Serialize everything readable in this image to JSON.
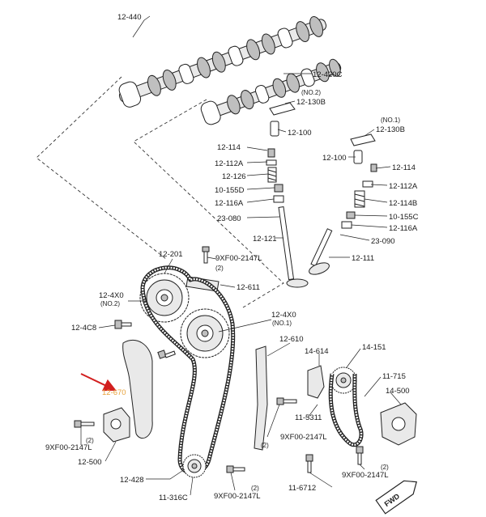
{
  "diagram": {
    "labels": {
      "camshaft_exhaust": "12-440",
      "camshaft_intake": "12-420C",
      "no2_a": "(NO.2)",
      "rocker_a": "12-130B",
      "lash_a": "12-100",
      "no1_b": "(NO.1)",
      "rocker_b": "12-130B",
      "lash_b": "12-100",
      "key_a": "12-114",
      "seat_a": "12-112A",
      "spring": "12-126",
      "seal_a": "10-155D",
      "retainer_a": "12-116A",
      "valve_guide": "23-080",
      "valve_in": "12-121",
      "key_b": "12-114",
      "seat_b": "12-112A",
      "spring_b": "12-114B",
      "seal_b": "10-155C",
      "retainer_b": "12-116A",
      "guide_b": "23-090",
      "valve_ex": "12-111",
      "sprocket_top": "12-201",
      "bolt_top": "9XF00-2147L",
      "bolt_top_qty": "(2)",
      "guide_top": "12-611",
      "vvt_no2": "12-4X0",
      "vvt_no2_sub": "(NO.2)",
      "vvt_no1": "12-4X0",
      "vvt_no1_sub": "(NO.1)",
      "bolt_4c8": "12-4C8",
      "guide_right": "12-610",
      "tensioner_arm": "12-670",
      "sprocket_oil": "14-614",
      "sprocket_151": "14-151",
      "chain_11715": "11-715",
      "pump": "14-500",
      "shaft": "11-5311",
      "bolt_mid": "9XF00-2147L",
      "bolt_mid_qty": "(2)",
      "bolt_left": "9XF00-2147L",
      "bolt_left_qty": "(2)",
      "tensioner": "12-500",
      "chain": "12-428",
      "crank_sprocket": "11-316C",
      "bolt_bottom": "9XF00-2147L",
      "bolt_bottom_qty": "(2)",
      "bolt_6712": "11-6712",
      "bolt_right": "9XF00-2147L",
      "bolt_right_qty": "(2)",
      "fwd": "FWD"
    },
    "colors": {
      "line": "#222222",
      "highlight_label": "#e7a23b",
      "arrow": "#d21f1f"
    }
  }
}
